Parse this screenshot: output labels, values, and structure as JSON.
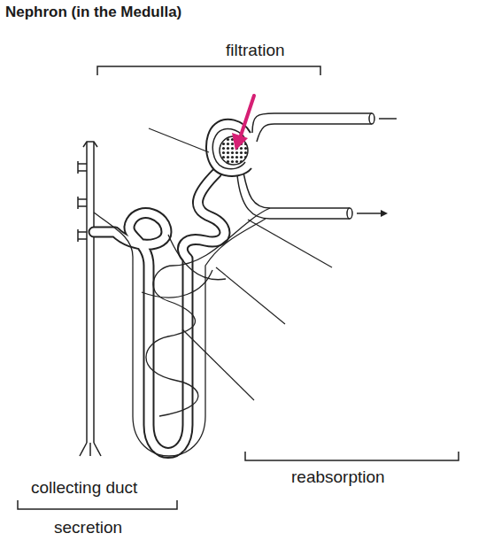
{
  "diagram": {
    "title": "Nephron (in the Medulla)",
    "labels": [
      "filtration",
      "reabsorption",
      "collecting duct",
      "secretion"
    ]
  }
}
